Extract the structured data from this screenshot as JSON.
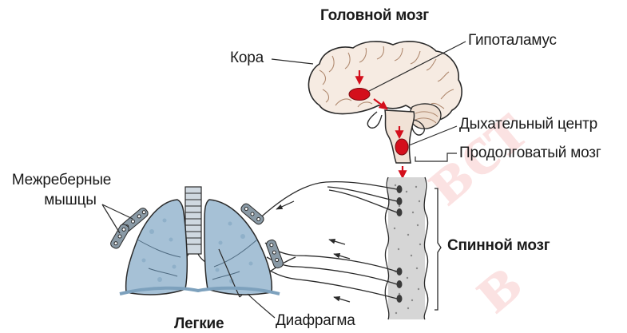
{
  "title": "Головной мозг",
  "labels": {
    "cortex": "Кора",
    "hypothalamus": "Гипоталамус",
    "respiratory_center": "Дыхательный центр",
    "medulla": "Продолговатый мозг",
    "intercostal_line1": "Межреберные",
    "intercostal_line2": "мышцы",
    "spinal_cord": "Спинной мозг",
    "lungs": "Легкие",
    "diaphragm": "Диафрагма"
  },
  "colors": {
    "brain_fill": "#f6ebe2",
    "highlight_red": "#d40f1c",
    "spinal_fill": "#d6d6d6",
    "lung_fill": "#a6c1d6",
    "trachea_fill": "#cfd8e0",
    "outline": "#2a2a2a",
    "watermark": "#e3262b"
  }
}
